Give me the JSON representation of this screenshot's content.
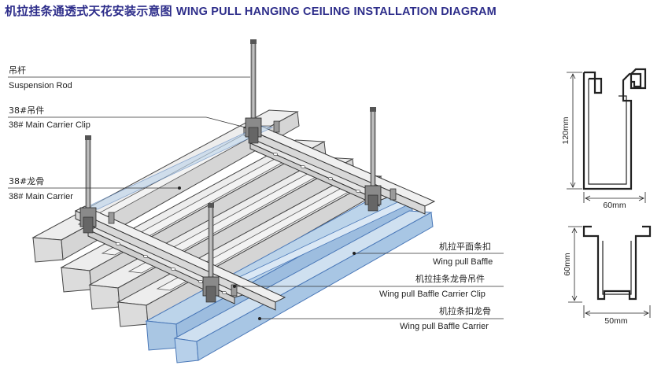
{
  "title": {
    "cn": "机拉挂条通透式天花安装示意图",
    "en": "WING PULL HANGING CEILING INSTALLATION DIAGRAM"
  },
  "labels": {
    "suspension_rod": {
      "cn": "吊杆",
      "en": "Suspension Rod"
    },
    "main_carrier_clip": {
      "cn": "38#吊件",
      "en": "38# Main Carrier Clip"
    },
    "main_carrier": {
      "cn": "38#龙骨",
      "en": "38# Main Carrier"
    },
    "wing_pull_baffle": {
      "cn": "机拉平面条扣",
      "en": "Wing pull Baffle"
    },
    "baffle_carrier_clip": {
      "cn": "机拉挂条龙骨吊件",
      "en": "Wing pull Baffle Carrier Clip"
    },
    "baffle_carrier": {
      "cn": "机拉条扣龙骨",
      "en": "Wing pull Baffle Carrier"
    }
  },
  "dimensions": {
    "top_profile": {
      "height": "120mm",
      "width": "60mm"
    },
    "bottom_profile": {
      "height": "60mm",
      "width": "50mm"
    }
  },
  "colors": {
    "title": "#2d2d8a",
    "highlight_fill": "#bcd4ea",
    "highlight_stroke": "#4a78b8",
    "metal_fill": "#e9e9e9",
    "line": "#333333"
  }
}
